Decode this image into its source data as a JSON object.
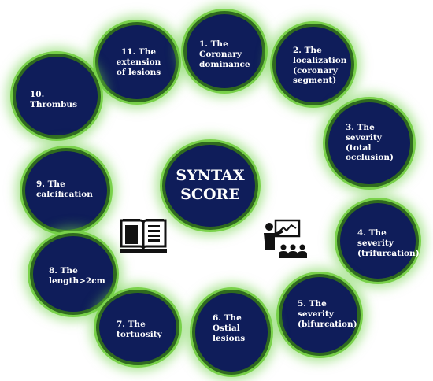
{
  "center": {
    "label": "SYNTAX\nSCORE"
  },
  "items": [
    {
      "id": 1,
      "label": "1. The\nCoronary\ndominance"
    },
    {
      "id": 2,
      "label": "2. The\nlocalization\n(coronary\nsegment)"
    },
    {
      "id": 3,
      "label": "3. The\nseverity\n(total\nocclusion)"
    },
    {
      "id": 4,
      "label": "4. The\nseverity\n(trifurcation)"
    },
    {
      "id": 5,
      "label": "5. The\nseverity\n(bifurcation)"
    },
    {
      "id": 6,
      "label": "6. The\nOstial\nlesions"
    },
    {
      "id": 7,
      "label": "7. The\ntortuosity"
    },
    {
      "id": 8,
      "label": "8. The\nlength>2cm"
    },
    {
      "id": 9,
      "label": "9. The\ncalcification"
    },
    {
      "id": 10,
      "label": "10.\nThrombus"
    },
    {
      "id": 11,
      "label": "11. The\nextension\nof lesions"
    }
  ],
  "icons": [
    "book-icon",
    "teacher-icon"
  ],
  "colors": {
    "node_fill": "#0f1d5a",
    "ring": "#2f6a1f",
    "glow": "#79d14a",
    "text": "#ffffff"
  }
}
